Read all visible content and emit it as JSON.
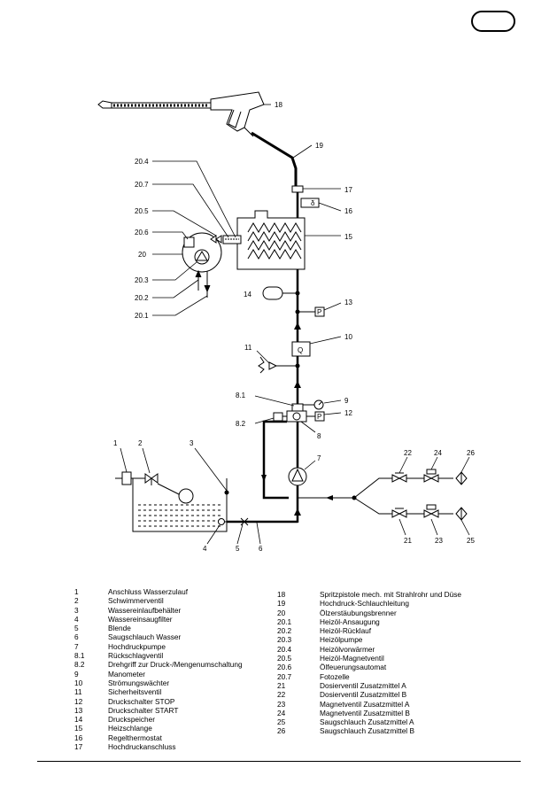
{
  "language_badge": "",
  "callouts": {
    "c18": "18",
    "c19": "19",
    "c17": "17",
    "c16": "16",
    "c15": "15",
    "c20_4": "20.4",
    "c20_7": "20.7",
    "c20_5": "20.5",
    "c20_6": "20.6",
    "c20": "20",
    "c20_3": "20.3",
    "c20_2": "20.2",
    "c20_1": "20.1",
    "c14": "14",
    "c13": "13",
    "c10": "10",
    "c11": "11",
    "c8_1": "8.1",
    "c9": "9",
    "c8_2": "8.2",
    "c12": "12",
    "c8": "8",
    "c1": "1",
    "c2": "2",
    "c3": "3",
    "c7": "7",
    "c22": "22",
    "c24": "24",
    "c26": "26",
    "c4": "4",
    "c5": "5",
    "c6": "6",
    "c21": "21",
    "c23": "23",
    "c25": "25"
  },
  "symbols": {
    "flow_meter": "Q",
    "pressure_switch": "P",
    "thermostat": "δ"
  },
  "legend_left": [
    {
      "num": "1",
      "label": "Anschluss Wasserzulauf"
    },
    {
      "num": "2",
      "label": "Schwimmerventil"
    },
    {
      "num": "3",
      "label": "Wassereinlaufbehälter"
    },
    {
      "num": "4",
      "label": "Wassereinsaugfilter"
    },
    {
      "num": "5",
      "label": "Blende"
    },
    {
      "num": "6",
      "label": "Saugschlauch Wasser"
    },
    {
      "num": "7",
      "label": "Hochdruckpumpe"
    },
    {
      "num": "8.1",
      "label": "Rückschlagventil"
    },
    {
      "num": "8.2",
      "label": "Drehgriff zur Druck-/Mengenumschaltung"
    },
    {
      "num": "9",
      "label": "Manometer"
    },
    {
      "num": "10",
      "label": "Strömungswächter"
    },
    {
      "num": "11",
      "label": "Sicherheitsventil"
    },
    {
      "num": "12",
      "label": "Druckschalter STOP"
    },
    {
      "num": "13",
      "label": "Druckschalter START"
    },
    {
      "num": "14",
      "label": "Druckspeicher"
    },
    {
      "num": "15",
      "label": "Heizschlange"
    },
    {
      "num": "16",
      "label": "Regelthermostat"
    },
    {
      "num": "17",
      "label": "Hochdruckanschluss"
    }
  ],
  "legend_right": [
    {
      "num": "18",
      "label": "Spritzpistole mech. mit Strahlrohr und Düse"
    },
    {
      "num": "19",
      "label": "Hochdruck-Schlauchleitung"
    },
    {
      "num": "20",
      "label": "Ölzerstäubungsbrenner"
    },
    {
      "num": "20.1",
      "label": "Heizöl-Ansaugung"
    },
    {
      "num": "20.2",
      "label": "Heizöl-Rücklauf"
    },
    {
      "num": "20.3",
      "label": "Heizölpumpe"
    },
    {
      "num": "20.4",
      "label": "Heizölvorwärmer"
    },
    {
      "num": "20.5",
      "label": "Heizöl-Magnetventil"
    },
    {
      "num": "20.6",
      "label": "Ölfeuerungsautomat"
    },
    {
      "num": "20.7",
      "label": "Fotozelle"
    },
    {
      "num": "21",
      "label": "Dosierventil Zusatzmittel A"
    },
    {
      "num": "22",
      "label": "Dosierventil Zusatzmittel B"
    },
    {
      "num": "23",
      "label": "Magnetventil Zusatzmittel A"
    },
    {
      "num": "24",
      "label": "Magnetventil Zusatzmittel B"
    },
    {
      "num": "25",
      "label": "Saugschlauch Zusatzmittel A"
    },
    {
      "num": "26",
      "label": "Saugschlauch Zusatzmittel B"
    }
  ]
}
